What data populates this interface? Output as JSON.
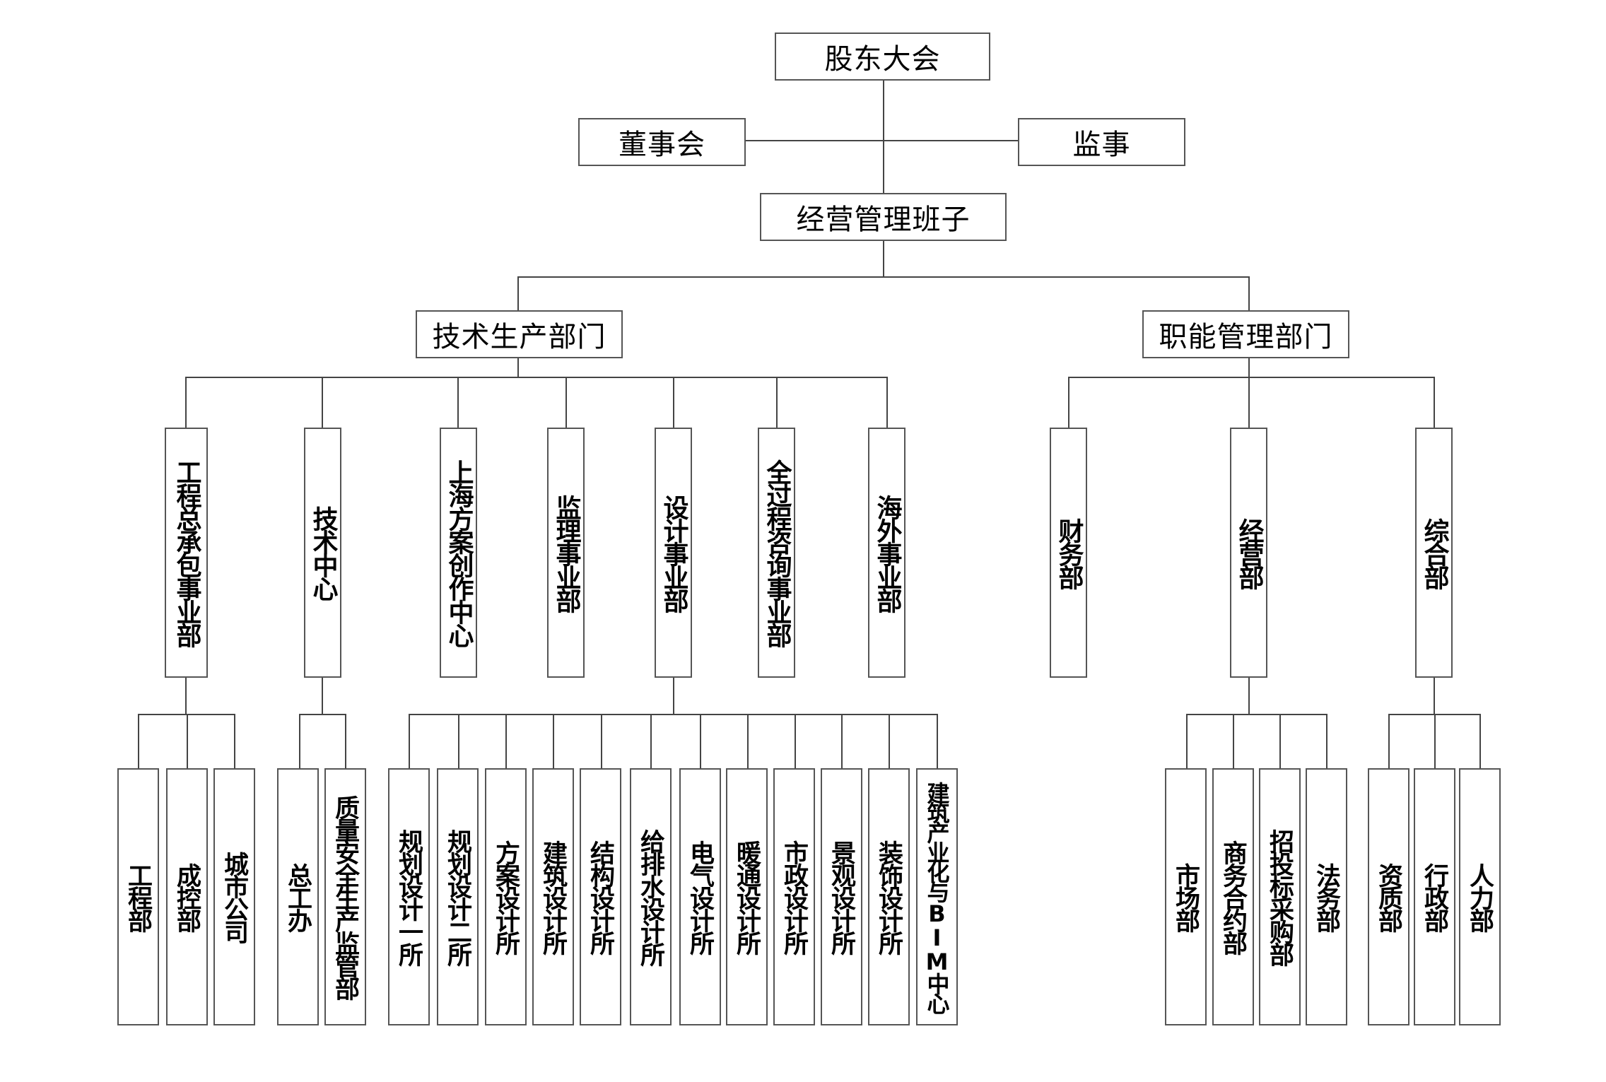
{
  "top": {
    "shareholders": "股东大会",
    "board": "董事会",
    "supervisor": "监事",
    "management": "经营管理班子"
  },
  "branches": {
    "tech": "技术生产部门",
    "func": "职能管理部门"
  },
  "tech_units": [
    {
      "label": "工程总承包事业部",
      "subs": [
        "工程部",
        "成控部",
        "城市公司"
      ]
    },
    {
      "label": "技术中心",
      "subs": [
        "总工办",
        "质量安全生产监管部"
      ]
    },
    {
      "label": "上海方案创作中心",
      "subs": []
    },
    {
      "label": "监理事业部",
      "subs": []
    },
    {
      "label": "设计事业部",
      "subs": [
        "规划设计一所",
        "规划设计二所",
        "方案设计所",
        "建筑设计所",
        "结构设计所",
        "给排水设计所",
        "电气设计所",
        "暖通设计所",
        "市政设计所",
        "景观设计所",
        "装饰设计所",
        "建筑产业化与BIM中心"
      ]
    },
    {
      "label": "全过程咨询事业部",
      "subs": []
    },
    {
      "label": "海外事业部",
      "subs": []
    }
  ],
  "func_units": [
    {
      "label": "财务部",
      "subs": []
    },
    {
      "label": "经营部",
      "subs": [
        "市场部",
        "商务合约部",
        "招投标采购部",
        "法务部"
      ]
    },
    {
      "label": "综合部",
      "subs": [
        "资质部",
        "行政部",
        "人力部"
      ]
    }
  ]
}
